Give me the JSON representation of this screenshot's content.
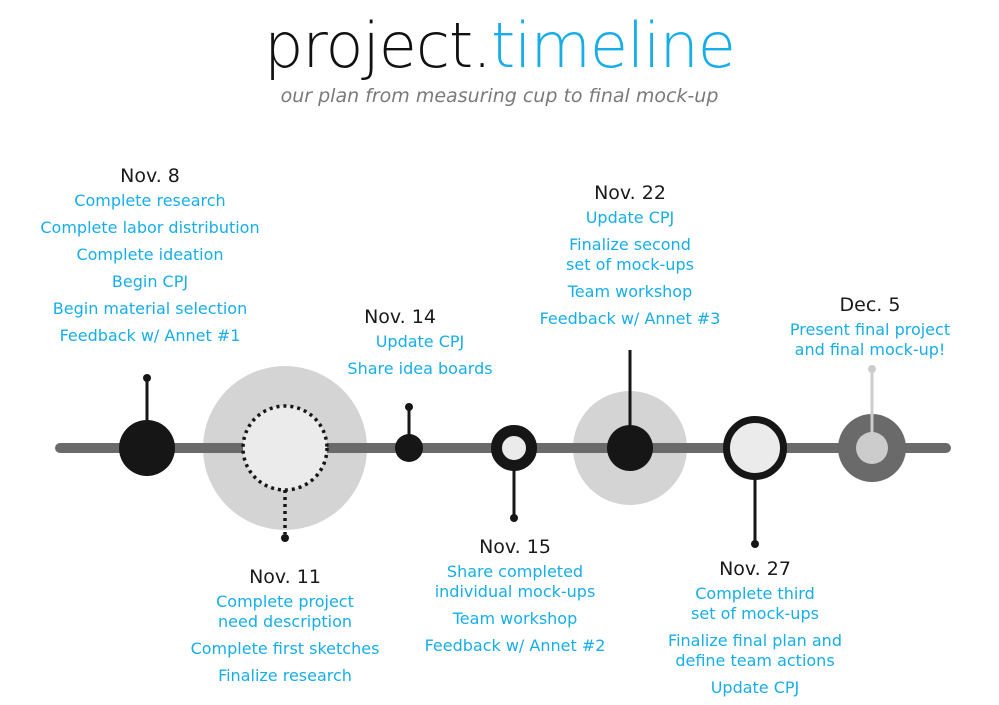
{
  "header": {
    "title_part1": "project.",
    "title_part2": "timeline",
    "subtitle": "our plan from measuring cup to final mock-up"
  },
  "colors": {
    "accent": "#17aee8",
    "text_dark": "#1a1a1a",
    "line": "#6a6a6a",
    "marker_dark": "#161616",
    "halo": "#d4d4d4",
    "fill_light": "#ebebeb"
  },
  "milestones": [
    {
      "date": "Nov. 8",
      "tasks": [
        "Complete research",
        "Complete labor distribution",
        "Complete ideation",
        "Begin CPJ",
        "Begin material selection",
        "Feedback w/ Annet #1"
      ]
    },
    {
      "date": "Nov. 11",
      "tasks": [
        "Complete project\nneed description",
        "Complete first sketches",
        "Finalize research"
      ]
    },
    {
      "date": "Nov. 14",
      "tasks": [
        "Update CPJ",
        "Share idea boards"
      ]
    },
    {
      "date": "Nov. 15",
      "tasks": [
        "Share completed\nindividual mock-ups",
        "Team workshop",
        "Feedback w/ Annet #2"
      ]
    },
    {
      "date": "Nov. 22",
      "tasks": [
        "Update CPJ",
        "Finalize second\nset of mock-ups",
        "Team workshop",
        "Feedback w/ Annet #3"
      ]
    },
    {
      "date": "Nov. 27",
      "tasks": [
        "Complete third\nset of mock-ups",
        "Finalize final plan and\ndefine team actions",
        "Update CPJ"
      ]
    },
    {
      "date": "Dec. 5",
      "tasks": [
        "Present final project\nand final mock-up!"
      ]
    }
  ]
}
